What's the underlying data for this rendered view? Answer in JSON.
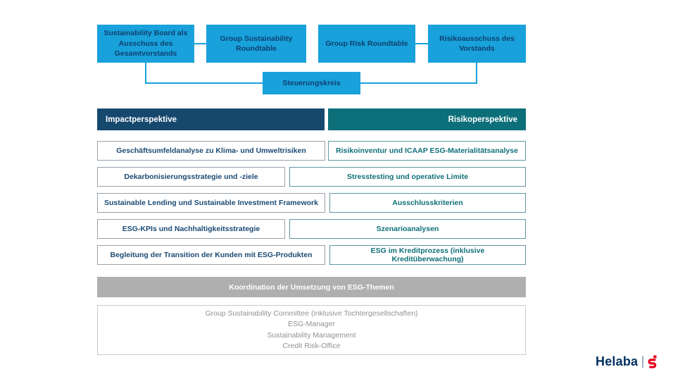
{
  "governance": {
    "top_boxes": [
      "Sustainability Board als Ausschuss des Gesamtvorstands",
      "Group Sustainability Roundtable",
      "Group Risk Roundtable",
      "Risikoausschuss des Vorstands"
    ],
    "steering_label": "Steuerungskreis"
  },
  "perspectives": {
    "impact": {
      "header": "Impactperspektive",
      "items": [
        "Geschäftsumfeldanalyse zu Klima- und Umweltrisiken",
        "Dekarbonisierungsstrategie und -ziele",
        "Sustainable Lending und Sustainable Investment Framework",
        "ESG-KPIs und Nachhaltigkeitsstrategie",
        "Begleitung der Transition der Kunden mit ESG-Produkten"
      ]
    },
    "risk": {
      "header": "Risikoperspektive",
      "items": [
        "Risikoinventur und ICAAP ESG-Materialitätsanalyse",
        "Stresstesting und operative Limite",
        "Ausschlusskriterien",
        "Szenarioanalysen",
        "ESG im Kreditprozess (inklusive Kreditüberwachung)"
      ]
    }
  },
  "coordination_bar_label": "Koordination der Umsetzung von ESG-Themen",
  "committee": {
    "lines": [
      "Group Sustainability Committee (inklusive Tochtergesellschaften)",
      "ESG-Manager",
      "Sustainability Management",
      "Credit Risk-Office"
    ]
  },
  "logo": {
    "text": "Helaba"
  },
  "colors": {
    "cyan": "#18A1DB",
    "impact_header": "#16486E",
    "risk_header": "#0C6F79",
    "impact_text": "#1B4A74",
    "risk_text": "#0F6F79",
    "coordination_gray": "#AFAFAF",
    "logo_navy": "#002F5F",
    "sparkasse_red": "#E2001A"
  }
}
